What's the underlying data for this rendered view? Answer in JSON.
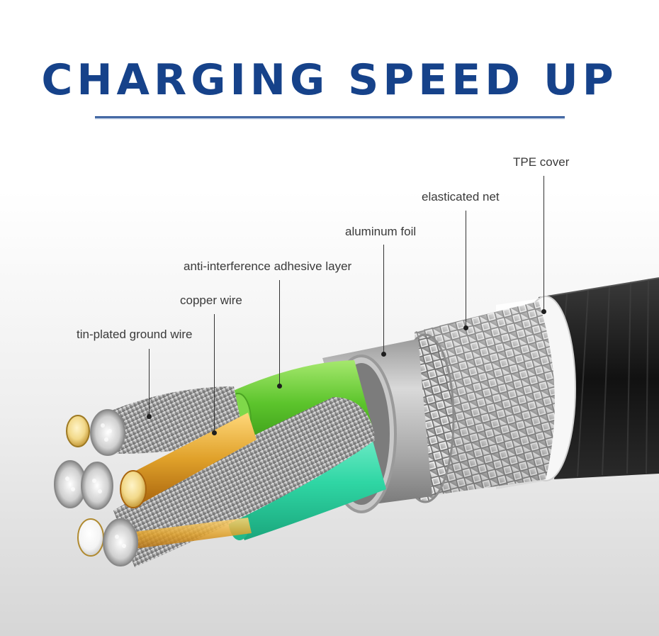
{
  "title": "CHARGING SPEED UP",
  "colors": {
    "title_blue": "#16428a",
    "rule_blue": "#1f4b92",
    "green_wire": "#5cc42c",
    "teal_wire": "#2fd6a4",
    "copper": "#e0a12a",
    "foil": "#b8b8b8",
    "cover": "#f4f4f4",
    "outer_braid": "#1d1d1d"
  },
  "callouts": [
    {
      "label": "tin-plated ground wire"
    },
    {
      "label": "copper wire"
    },
    {
      "label": "anti-interference adhesive layer"
    },
    {
      "label": "aluminum foil"
    },
    {
      "label": "elasticated net"
    },
    {
      "label": "TPE cover"
    }
  ]
}
